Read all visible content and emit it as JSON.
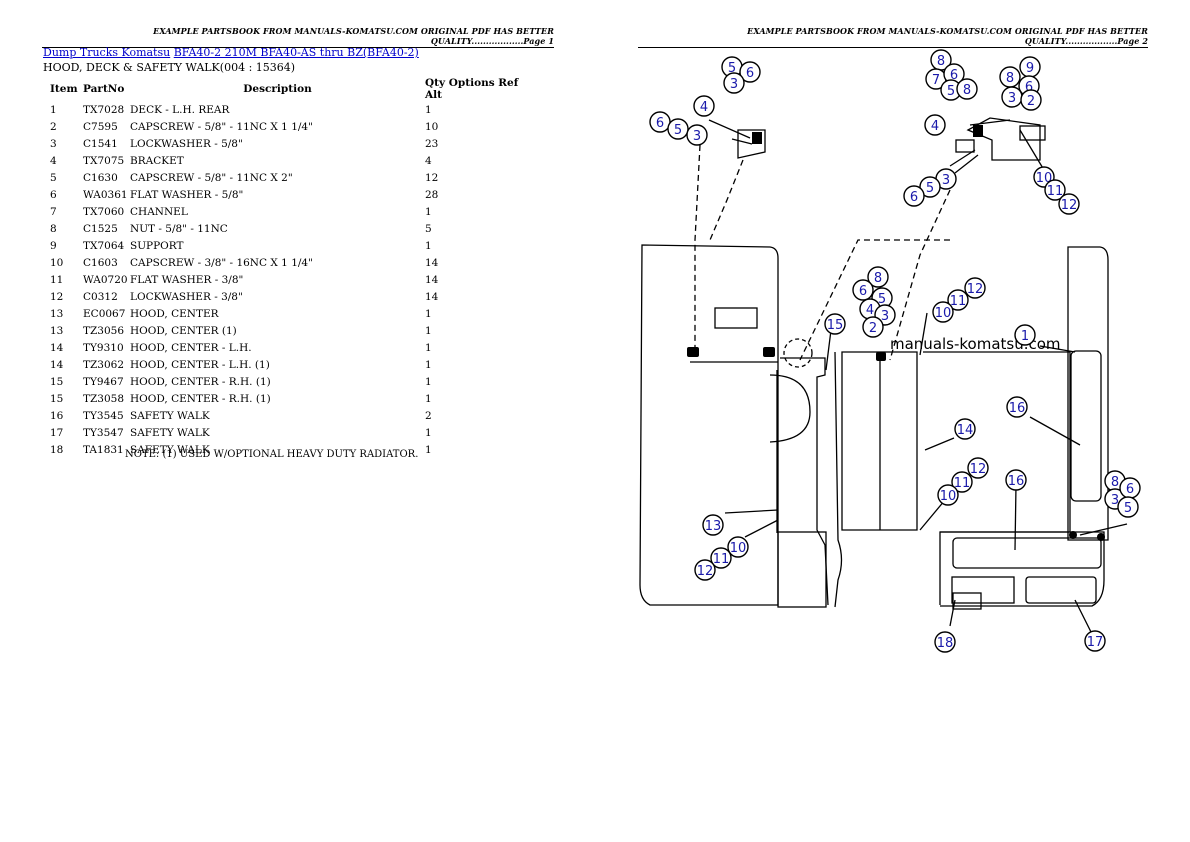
{
  "headers": {
    "page1": "EXAMPLE PARTSBOOK FROM MANUALS-KOMATSU.COM ORIGINAL PDF HAS BETTER QUALITY..................Page 1",
    "page2": "EXAMPLE PARTSBOOK FROM MANUALS-KOMATSU.COM ORIGINAL PDF HAS BETTER QUALITY..................Page 2"
  },
  "breadcrumb": {
    "link1": "Dump Trucks Komatsu",
    "link2": "BFA40-2 210M BFA40-AS thru BZ(BFA40-2)"
  },
  "subtitle": "HOOD, DECK & SAFETY WALK(004 : 15364)",
  "table": {
    "col_item": "Item",
    "col_part": "PartNo",
    "col_desc": "Description",
    "col_qty": "Qty Options Ref Alt",
    "rows": [
      {
        "item": "1",
        "part": "TX7028",
        "desc": "DECK - L.H. REAR",
        "qty": "1"
      },
      {
        "item": "2",
        "part": "C7595",
        "desc": "CAPSCREW - 5/8\" - 11NC X 1 1/4\"",
        "qty": "10"
      },
      {
        "item": "3",
        "part": "C1541",
        "desc": "LOCKWASHER - 5/8\"",
        "qty": "23"
      },
      {
        "item": "4",
        "part": "TX7075",
        "desc": "BRACKET",
        "qty": "4"
      },
      {
        "item": "5",
        "part": "C1630",
        "desc": "CAPSCREW - 5/8\" - 11NC X 2\"",
        "qty": "12"
      },
      {
        "item": "6",
        "part": "WA0361",
        "desc": "FLAT WASHER - 5/8\"",
        "qty": "28"
      },
      {
        "item": "7",
        "part": "TX7060",
        "desc": "CHANNEL",
        "qty": "1"
      },
      {
        "item": "8",
        "part": "C1525",
        "desc": "NUT - 5/8\" - 11NC",
        "qty": "5"
      },
      {
        "item": "9",
        "part": "TX7064",
        "desc": "SUPPORT",
        "qty": "1"
      },
      {
        "item": "10",
        "part": "C1603",
        "desc": "CAPSCREW - 3/8\" - 16NC X 1 1/4\"",
        "qty": "14"
      },
      {
        "item": "11",
        "part": "WA0720",
        "desc": "FLAT WASHER - 3/8\"",
        "qty": "14"
      },
      {
        "item": "12",
        "part": "C0312",
        "desc": "LOCKWASHER - 3/8\"",
        "qty": "14"
      },
      {
        "item": "13",
        "part": "EC0067",
        "desc": "HOOD, CENTER",
        "qty": "1"
      },
      {
        "item": "13",
        "part": "TZ3056",
        "desc": "HOOD, CENTER (1)",
        "qty": "1"
      },
      {
        "item": "14",
        "part": "TY9310",
        "desc": "HOOD, CENTER - L.H.",
        "qty": "1"
      },
      {
        "item": "14",
        "part": "TZ3062",
        "desc": "HOOD, CENTER - L.H. (1)",
        "qty": "1"
      },
      {
        "item": "15",
        "part": "TY9467",
        "desc": "HOOD, CENTER - R.H. (1)",
        "qty": "1"
      },
      {
        "item": "15",
        "part": "TZ3058",
        "desc": "HOOD, CENTER - R.H. (1)",
        "qty": "1"
      },
      {
        "item": "16",
        "part": "TY3545",
        "desc": "SAFETY WALK",
        "qty": "2"
      },
      {
        "item": "17",
        "part": "TY3547",
        "desc": "SAFETY WALK",
        "qty": "1"
      },
      {
        "item": "18",
        "part": "TA1831",
        "desc": "SAFETY WALK",
        "qty": "1"
      }
    ]
  },
  "note": "NOTE: (1) USED W/OPTIONAL HEAVY DUTY RADIATOR.",
  "diagram": {
    "watermark": "manuals-komatsu.com",
    "callouts": [
      "5",
      "6",
      "3",
      "4",
      "6",
      "5",
      "3",
      "8",
      "7",
      "6",
      "5",
      "8",
      "9",
      "8",
      "6",
      "3",
      "2",
      "4",
      "3",
      "5",
      "6",
      "10",
      "11",
      "12",
      "8",
      "6",
      "5",
      "4",
      "3",
      "2",
      "15",
      "12",
      "11",
      "10",
      "1",
      "16",
      "14",
      "12",
      "11",
      "10",
      "16",
      "8",
      "3",
      "6",
      "5",
      "13",
      "10",
      "11",
      "12",
      "18",
      "17"
    ]
  }
}
